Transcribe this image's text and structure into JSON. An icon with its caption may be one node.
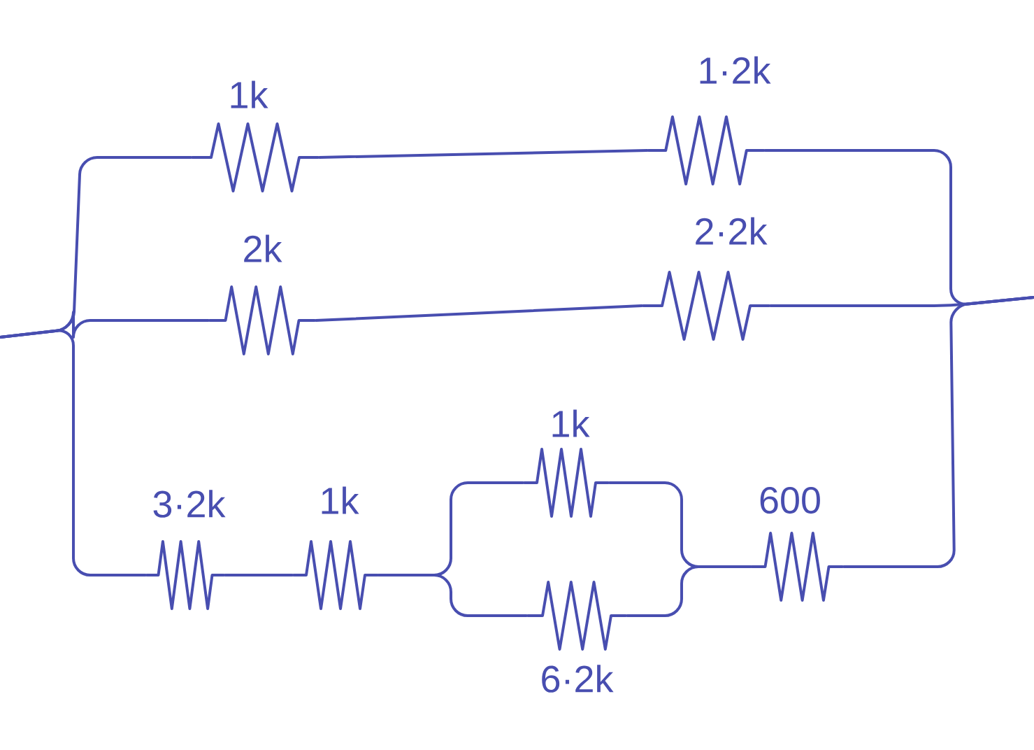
{
  "diagram": {
    "nodes": [
      {
        "text": [],
        "shape": "resistor",
        "beside": [
          "1k"
        ]
      },
      {
        "text": [],
        "shape": "resistor",
        "beside": [
          "1·2k"
        ]
      },
      {
        "text": [],
        "shape": "resistor",
        "beside": [
          "2k"
        ]
      },
      {
        "text": [],
        "shape": "resistor",
        "beside": [
          "2·2k"
        ]
      },
      {
        "text": [],
        "shape": "resistor",
        "beside": [
          "3·2k"
        ]
      },
      {
        "text": [],
        "shape": "resistor",
        "beside": [
          "1k"
        ]
      },
      {
        "text": [],
        "shape": "resistor",
        "beside": [
          "1k"
        ]
      },
      {
        "text": [],
        "shape": "resistor",
        "beside": [
          "6·2k"
        ]
      },
      {
        "text": [],
        "shape": "resistor",
        "beside": [
          "600"
        ]
      }
    ],
    "edges": [
      {
        "from": null,
        "to": 0,
        "arrow": "none"
      },
      {
        "from": null,
        "to": 2,
        "arrow": "none"
      },
      {
        "from": null,
        "to": 4,
        "arrow": "none"
      },
      {
        "from": 0,
        "to": 1,
        "arrow": "none"
      },
      {
        "from": 2,
        "to": 3,
        "arrow": "none"
      },
      {
        "from": 4,
        "to": 5,
        "arrow": "none"
      },
      {
        "from": 5,
        "to": 6,
        "arrow": "none"
      },
      {
        "from": 5,
        "to": 7,
        "arrow": "none"
      },
      {
        "from": 6,
        "to": 8,
        "arrow": "none"
      },
      {
        "from": 7,
        "to": 8,
        "arrow": "none"
      },
      {
        "from": 1,
        "to": null,
        "arrow": "none"
      },
      {
        "from": 3,
        "to": null,
        "arrow": "none"
      },
      {
        "from": 8,
        "to": null,
        "arrow": "none"
      }
    ]
  }
}
